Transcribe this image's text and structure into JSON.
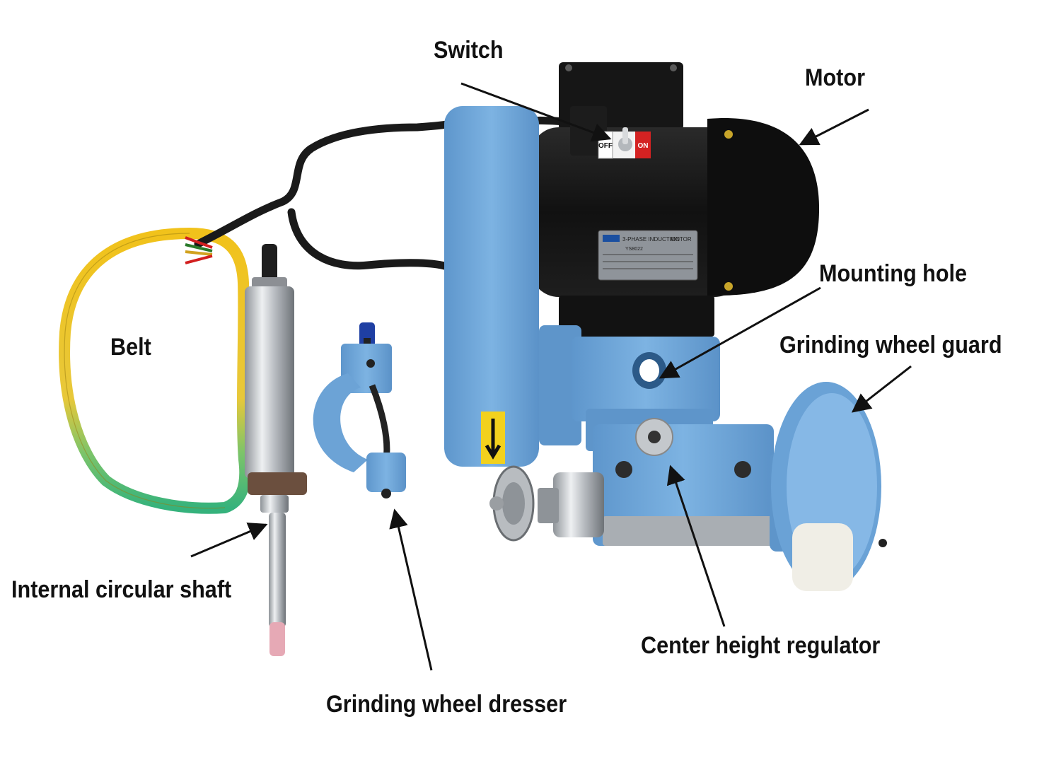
{
  "labels": {
    "switch": "Switch",
    "motor": "Motor",
    "mounting_hole": "Mounting hole",
    "grinding_wheel_guard": "Grinding wheel guard",
    "belt": "Belt",
    "internal_circular_shaft": "Internal circular shaft",
    "center_height_regulator": "Center height regulator",
    "grinding_wheel_dresser": "Grinding wheel dresser"
  },
  "switch_plate": {
    "on": "ON",
    "off": "OFF"
  },
  "nameplate": {
    "phase": "3-PHASE INDUCTION",
    "kind": "MOTOR",
    "type": "YS8022"
  },
  "colors": {
    "machine_body": "#6fa6d8",
    "motor": "#141414",
    "belt_yellow": "#f1c21b",
    "belt_green": "#35b27c",
    "background": "#ffffff"
  }
}
